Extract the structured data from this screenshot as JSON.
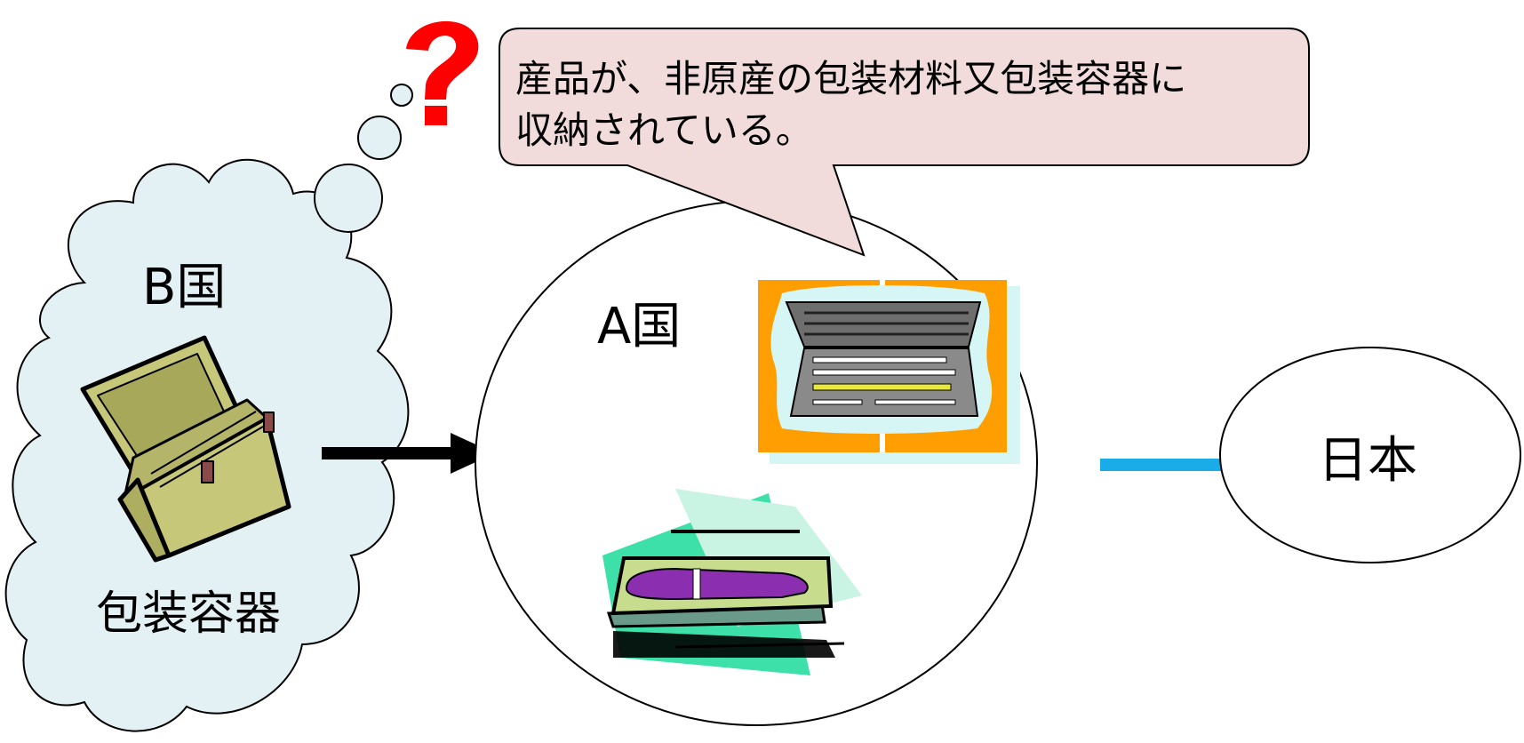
{
  "nodes": {
    "country_b": "B国",
    "country_a": "A国",
    "japan": "日本",
    "packaging_container": "包装容器"
  },
  "callout": {
    "line1": "産品が、非原産の包装材料又包装容器に",
    "line2": "収納されている。"
  },
  "question_mark": "?",
  "colors": {
    "cloud_fill": "#e3f0f4",
    "callout_fill": "#f2dcdb",
    "arrow_black": "#000000",
    "arrow_blue": "#1aace8",
    "question_red": "#ff0000",
    "case_orange": "#ff9e00",
    "toolbox_olive": "#c7c77a",
    "pen_purple": "#8b2fb0"
  }
}
